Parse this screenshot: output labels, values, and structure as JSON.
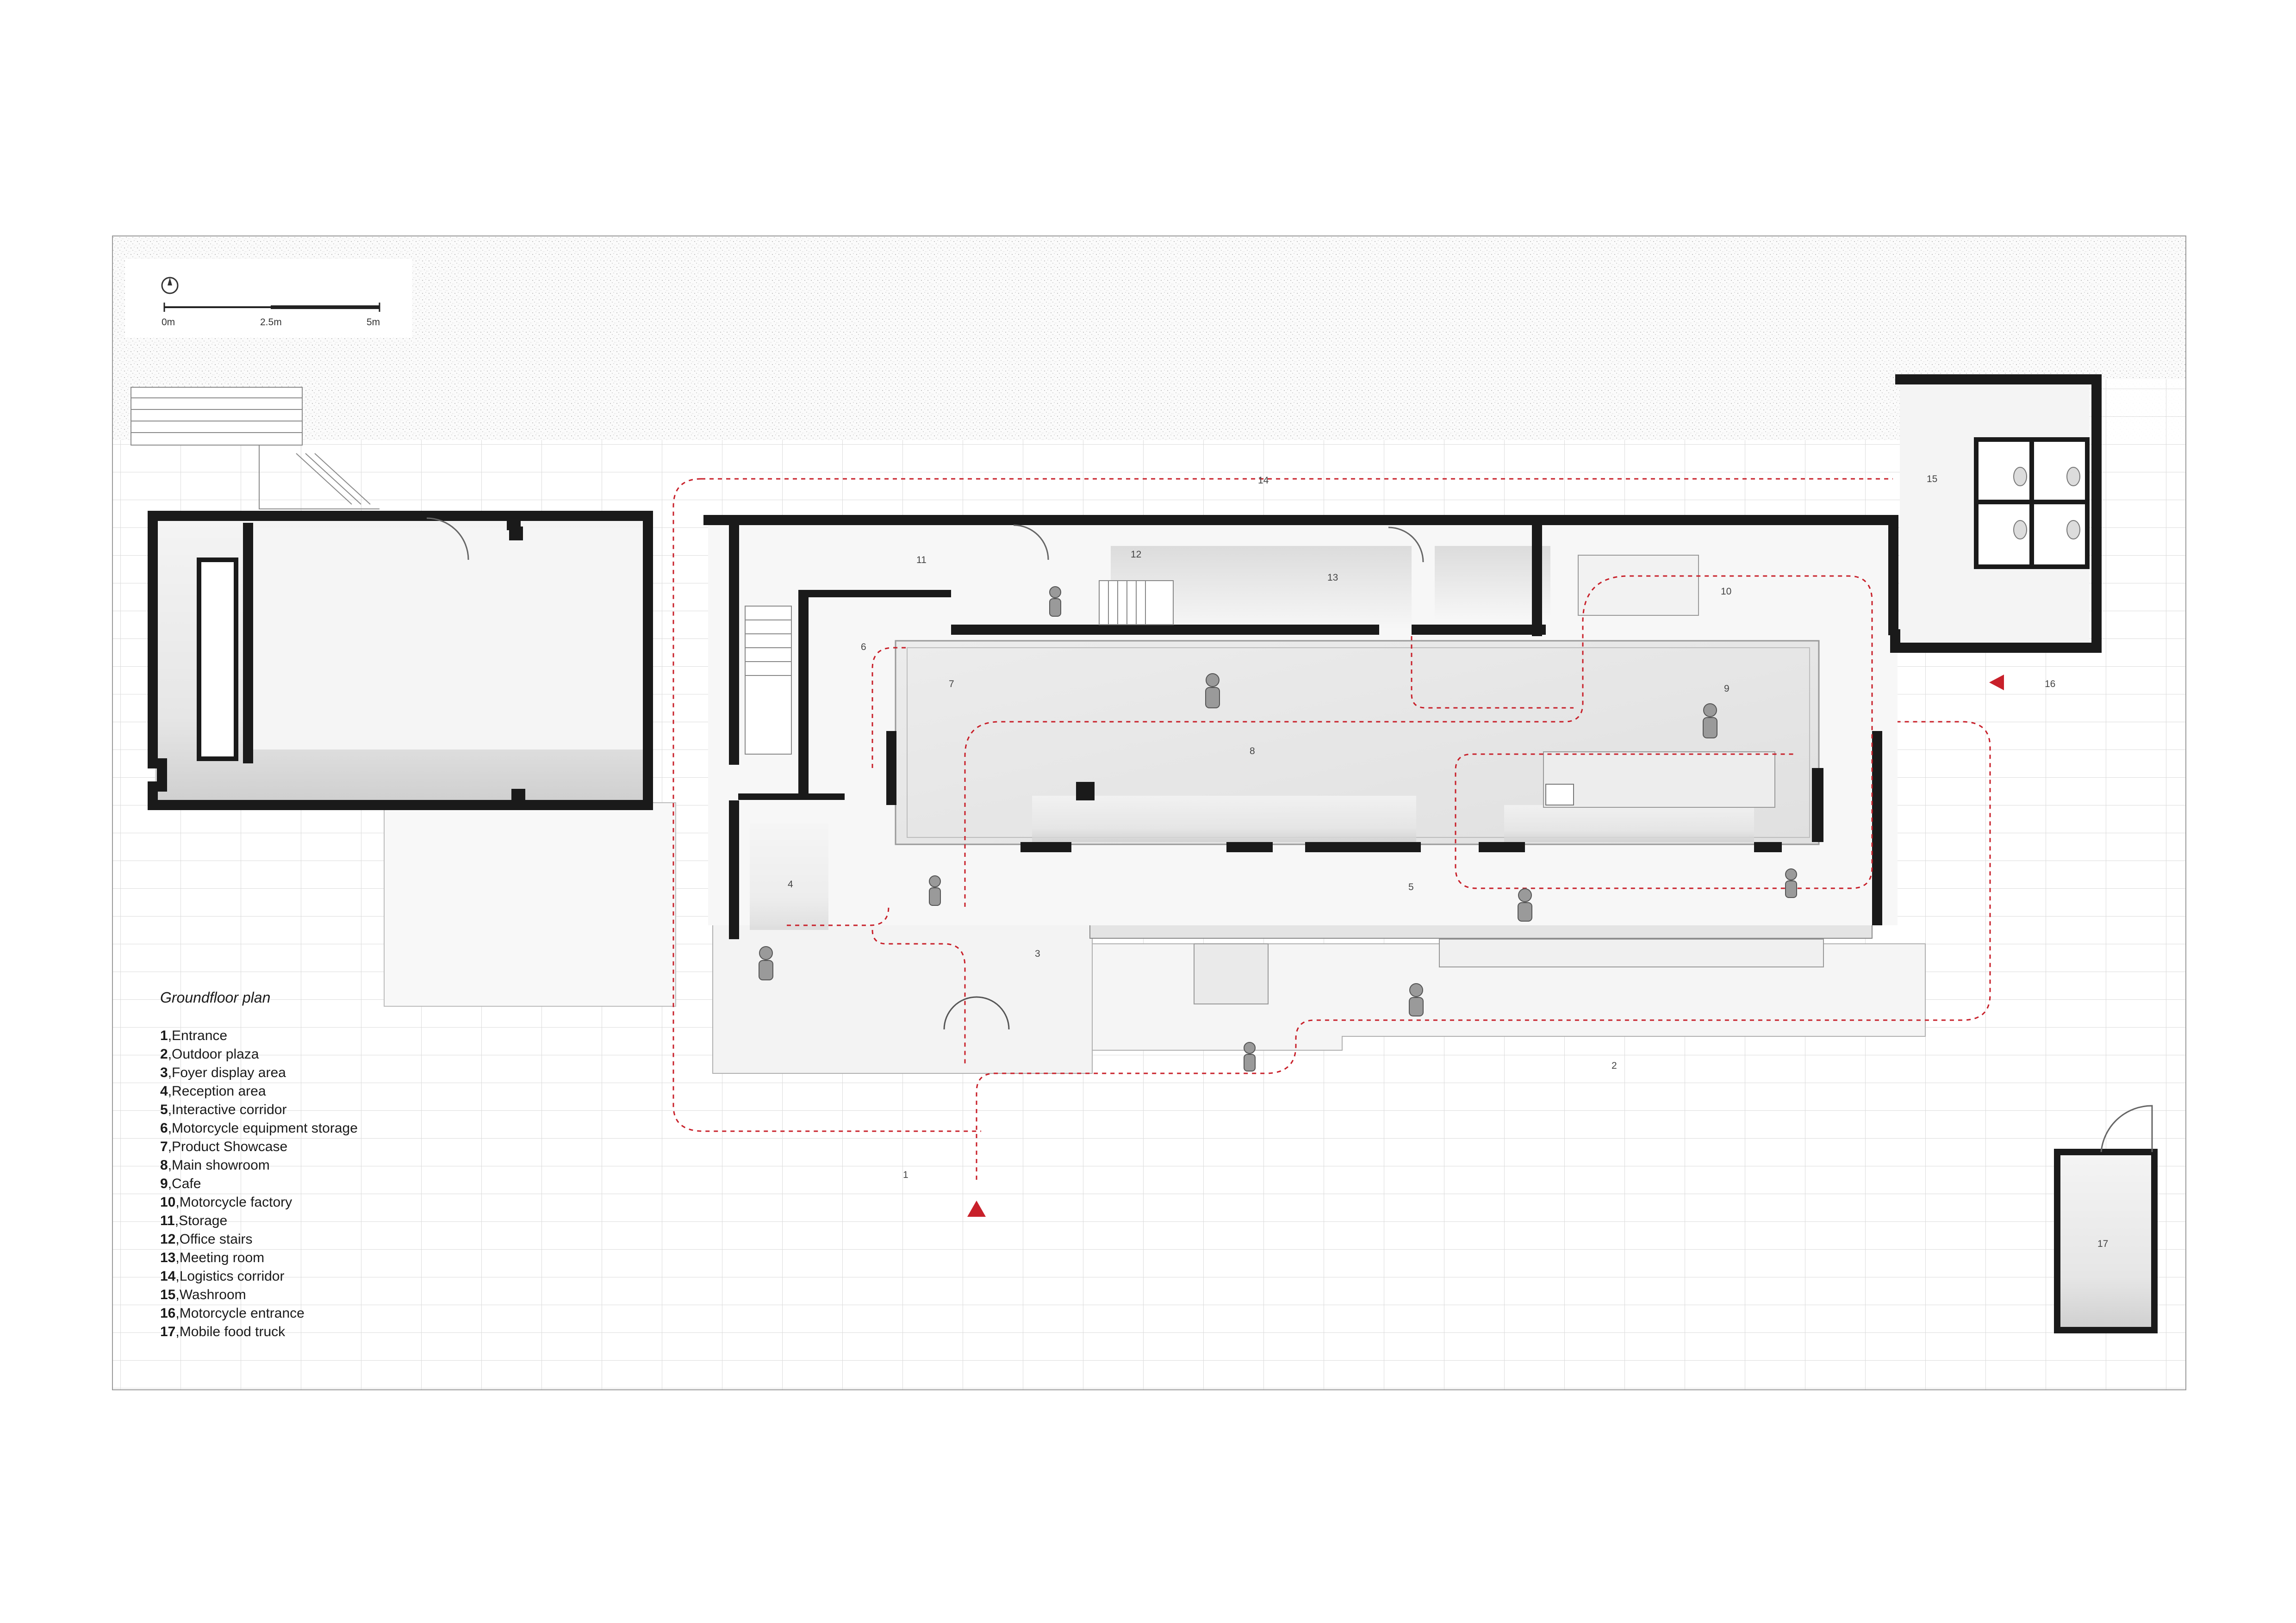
{
  "plan": {
    "title": "Groundfloor plan",
    "scale_bar": {
      "labels": [
        "0m",
        "2.5m",
        "5m"
      ]
    },
    "legend": [
      {
        "num": "1",
        "label": "Entrance"
      },
      {
        "num": "2",
        "label": "Outdoor plaza"
      },
      {
        "num": "3",
        "label": "Foyer display area"
      },
      {
        "num": "4",
        "label": "Reception area"
      },
      {
        "num": "5",
        "label": "Interactive corridor"
      },
      {
        "num": "6",
        "label": "Motorcycle equipment storage"
      },
      {
        "num": "7",
        "label": "Product Showcase"
      },
      {
        "num": "8",
        "label": "Main showroom"
      },
      {
        "num": "9",
        "label": "Cafe"
      },
      {
        "num": "10",
        "label": "Motorcycle factory"
      },
      {
        "num": "11",
        "label": "Storage"
      },
      {
        "num": "12",
        "label": "Office stairs"
      },
      {
        "num": "13",
        "label": "Meeting room"
      },
      {
        "num": "14",
        "label": "Logistics corridor"
      },
      {
        "num": "15",
        "label": "Washroom"
      },
      {
        "num": "16",
        "label": "Motorcycle entrance"
      },
      {
        "num": "17",
        "label": "Mobile food truck"
      }
    ],
    "room_tags": [
      "1",
      "2",
      "3",
      "4",
      "5",
      "6",
      "7",
      "8",
      "9",
      "10",
      "11",
      "12",
      "13",
      "14",
      "15",
      "16",
      "17"
    ],
    "colors": {
      "wall": "#1a1a1a",
      "route": "#c8202a",
      "paving_line": "#d3d3d3",
      "frame": "#9a9a9a"
    }
  }
}
